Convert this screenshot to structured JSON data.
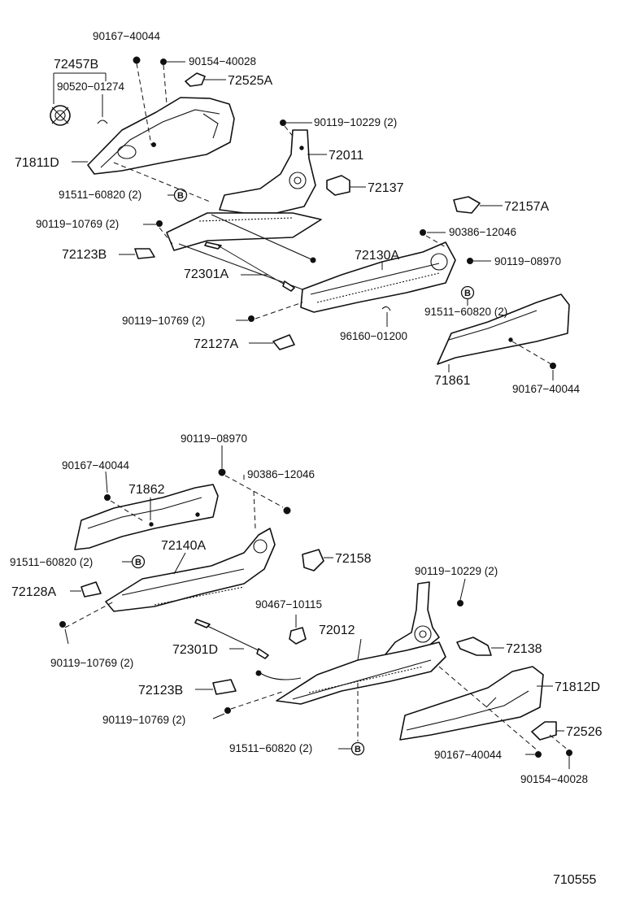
{
  "diagram_id": "710555",
  "callout_letter": "B",
  "labels": {
    "p90167_40044_a": "90167−40044",
    "p90154_40028_a": "90154−40028",
    "p72457B": "72457B",
    "p72525A": "72525A",
    "p90520_01274": "90520−01274",
    "p90119_10229_a": "90119−10229 (2)",
    "p71811D": "71811D",
    "p72011": "72011",
    "p91511_60820_a": "91511−60820 (2)",
    "p72137": "72137",
    "p72157A": "72157A",
    "p90119_10769_a": "90119−10769 (2)",
    "p90386_12046_a": "90386−12046",
    "p72123B_a": "72123B",
    "p72130A": "72130A",
    "p90119_08970_a": "90119−08970",
    "p72301A": "72301A",
    "p91511_60820_b": "91511−60820 (2)",
    "p90119_10769_b": "90119−10769 (2)",
    "p96160_01200": "96160−01200",
    "p72127A": "72127A",
    "p71861": "71861",
    "p90167_40044_b": "90167−40044",
    "p90119_08970_b": "90119−08970",
    "p90167_40044_c": "90167−40044",
    "p90386_12046_b": "90386−12046",
    "p71862": "71862",
    "p72140A": "72140A",
    "p91511_60820_c": "91511−60820 (2)",
    "p72158": "72158",
    "p72128A": "72128A",
    "p90119_10229_b": "90119−10229 (2)",
    "p90467_10115": "90467−10115",
    "p72012": "72012",
    "p72301D": "72301D",
    "p72138": "72138",
    "p90119_10769_c": "90119−10769 (2)",
    "p71812D": "71812D",
    "p72123B_b": "72123B",
    "p90119_10769_d": "90119−10769 (2)",
    "p72526": "72526",
    "p91511_60820_d": "91511−60820 (2)",
    "p90167_40044_d": "90167−40044",
    "p90154_40028_b": "90154−40028"
  }
}
